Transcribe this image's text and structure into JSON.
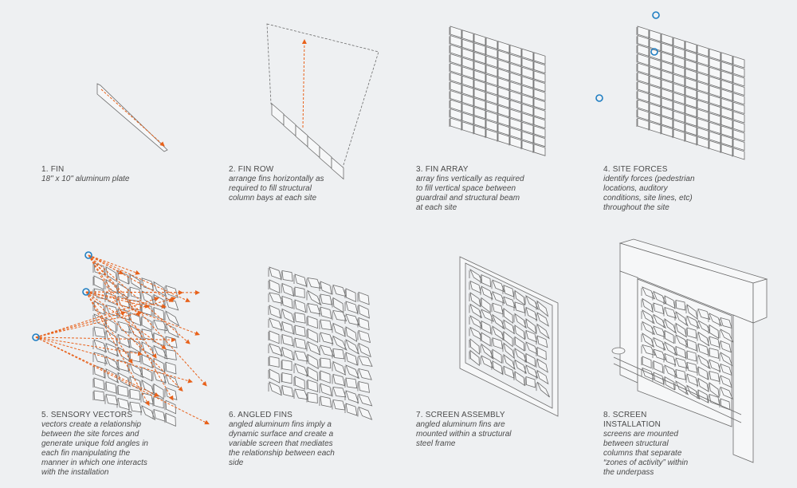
{
  "colors": {
    "background": "#eef0f2",
    "line": "#6b6b6b",
    "vector": "#e8611a",
    "force": "#1f7ec2"
  },
  "steps": [
    {
      "title": "1. FIN",
      "description": "18\" x 10\" aluminum plate"
    },
    {
      "title": "2. FIN ROW",
      "description": "arrange fins horizontally as required to fill structural column bays at each site"
    },
    {
      "title": "3. FIN ARRAY",
      "description": "array fins vertically as required to fill vertical space between guardrail and structural beam at each site"
    },
    {
      "title": "4. SITE FORCES",
      "description": "identify forces (pedestrian locations, auditory conditions, site lines, etc) throughout the site"
    },
    {
      "title": "5. SENSORY VECTORS",
      "description": "vectors create a relationship between the site forces and generate unique fold angles in each fin manipulating the manner in which one interacts with the installation"
    },
    {
      "title": "6. ANGLED FINS",
      "description": "angled aluminum fins imply a dynamic surface and create a variable screen that mediates the relationship between each side"
    },
    {
      "title": "7. SCREEN ASSEMBLY",
      "description": "angled aluminum fins are mounted within a structural steel frame"
    },
    {
      "title": "8. SCREEN INSTALLATION",
      "description": "screens are mounted between structural columns that separate “zones of activity” within the underpass"
    }
  ]
}
